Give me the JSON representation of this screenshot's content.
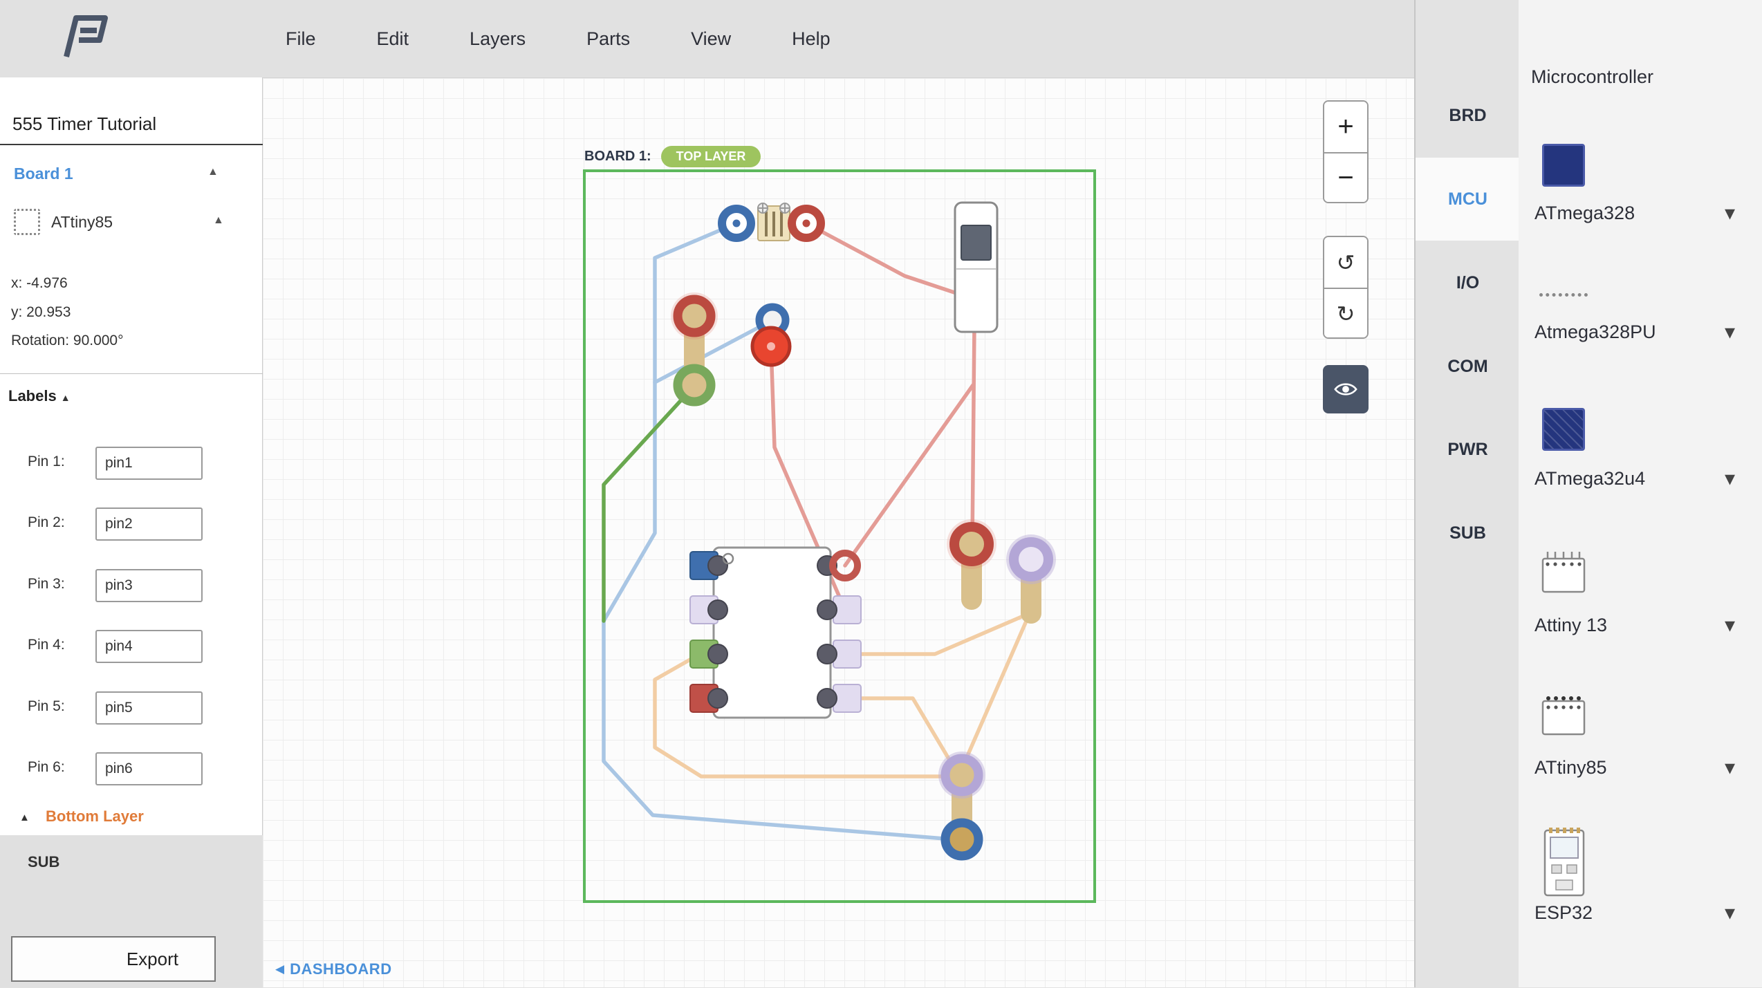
{
  "menu": {
    "items": [
      "File",
      "Edit",
      "Layers",
      "Parts",
      "View",
      "Help"
    ]
  },
  "sidebar": {
    "title": "555 Timer Tutorial",
    "board": {
      "label": "Board 1"
    },
    "component": {
      "name": "ATtiny85",
      "x": "x: -4.976",
      "y": "y: 20.953",
      "rotation": "Rotation: 90.000°"
    },
    "labels_section": {
      "header": "Labels",
      "pins": [
        {
          "label": "Pin 1:",
          "value": "pin1"
        },
        {
          "label": "Pin 2:",
          "value": "pin2"
        },
        {
          "label": "Pin 3:",
          "value": "pin3"
        },
        {
          "label": "Pin 4:",
          "value": "pin4"
        },
        {
          "label": "Pin 5:",
          "value": "pin5"
        },
        {
          "label": "Pin 6:",
          "value": "pin6"
        }
      ]
    },
    "bottom_layer_label": "Bottom Layer",
    "sub_label": "SUB",
    "export_label": "Export"
  },
  "canvas": {
    "board_label": "BOARD 1:",
    "top_layer_badge": "TOP LAYER",
    "dashboard_link": "DASHBOARD",
    "zoom_in": "+",
    "zoom_out": "−",
    "rotate_ccw": "↺",
    "rotate_cw": "↻"
  },
  "right_panel": {
    "categories": [
      "BRD",
      "MCU",
      "I/O",
      "COM",
      "PWR",
      "SUB"
    ],
    "active_category": "MCU",
    "title": "Microcontroller",
    "parts": [
      {
        "name": "ATmega328"
      },
      {
        "name": "Atmega328PU"
      },
      {
        "name": "ATmega32u4"
      },
      {
        "name": "Attiny 13"
      },
      {
        "name": "ATtiny85"
      },
      {
        "name": "ESP32"
      }
    ]
  },
  "colors": {
    "accent_blue": "#4a90d9",
    "accent_orange": "#e07b39",
    "board_outline_green": "#5cb85c",
    "badge_green": "#9ec45f",
    "eye_button_bg": "#4a5568"
  }
}
